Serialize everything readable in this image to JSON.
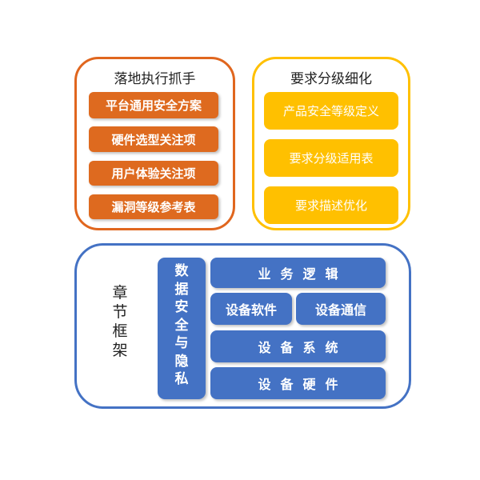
{
  "colors": {
    "orange": "#DE6A1F",
    "orange_border": "#E0661E",
    "yellow": "#FFC000",
    "blue": "#4472C4",
    "title_text": "#222222"
  },
  "implementation_panel": {
    "title": "落地执行抓手",
    "items": [
      "平台通用安全方案",
      "硬件选型关注项",
      "用户体验关注项",
      "漏洞等级参考表"
    ]
  },
  "requirements_panel": {
    "title": "要求分级细化",
    "items": [
      "产品安全等级定义",
      "要求分级适用表",
      "要求描述优化"
    ]
  },
  "chapter_panel": {
    "label": "章节框架",
    "vertical_block": "数据安全与隐私",
    "layers": {
      "business_logic": "业务逻辑",
      "device_software": "设备软件",
      "device_communication": "设备通信",
      "device_system": "设备系统",
      "device_hardware": "设备硬件"
    }
  }
}
